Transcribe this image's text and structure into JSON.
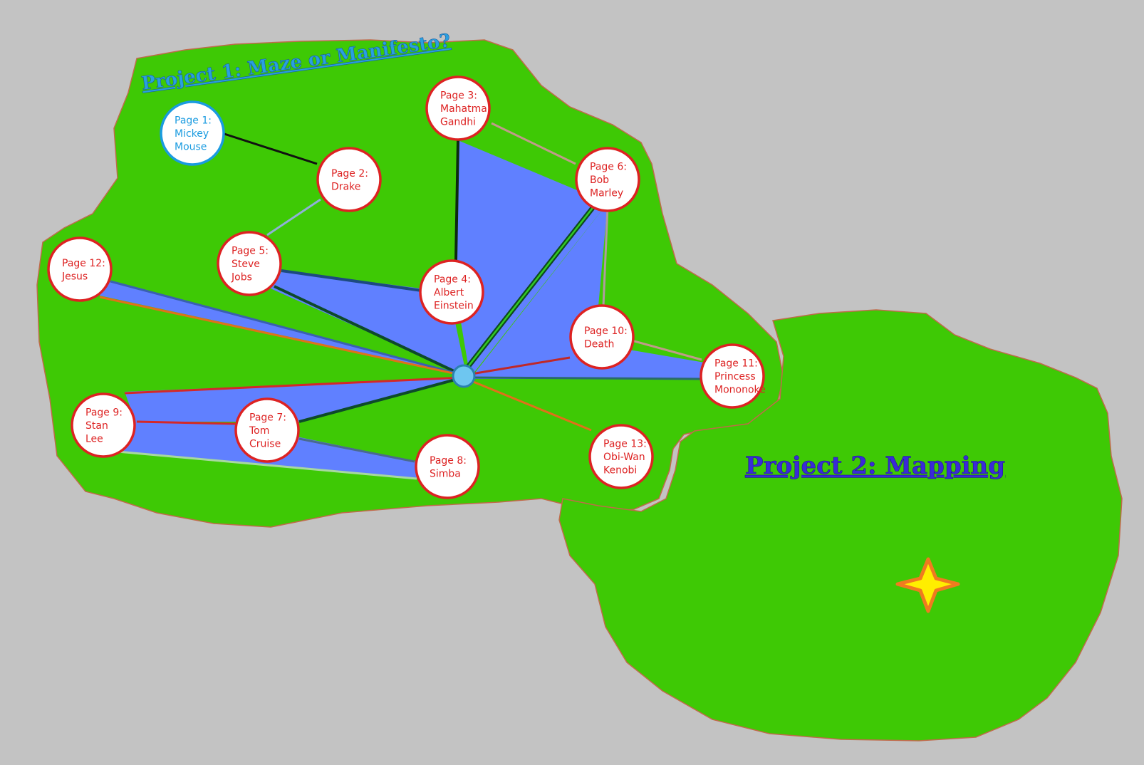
{
  "project1": {
    "title": "Project 1: Maze or Manifesto?"
  },
  "project2": {
    "title": "Project 2: Mapping"
  },
  "colors": {
    "background": "#c3c3c3",
    "land": "#3ec905",
    "land_edge": "#c06a4a",
    "region": "#6080ff",
    "node_border": "#dd2222",
    "node_text": "#dd2222",
    "start_border": "#1a9be0",
    "start_text": "#1a9be0",
    "hub": "#6ec6f0",
    "star_fill": "#ffee00",
    "star_border": "#f07a20"
  },
  "nodes": [
    {
      "id": "p1",
      "lines": [
        "Page 1:",
        "Mickey",
        "Mouse"
      ],
      "start": true
    },
    {
      "id": "p2",
      "lines": [
        "Page 2:",
        "Drake"
      ]
    },
    {
      "id": "p3",
      "lines": [
        "Page 3:",
        "Mahatma",
        "Gandhi"
      ]
    },
    {
      "id": "p4",
      "lines": [
        "Page 4:",
        "Albert",
        "Einstein"
      ]
    },
    {
      "id": "p5",
      "lines": [
        "Page 5:",
        "Steve",
        "Jobs"
      ]
    },
    {
      "id": "p6",
      "lines": [
        "Page 6:",
        "Bob",
        "Marley"
      ]
    },
    {
      "id": "p7",
      "lines": [
        "Page 7:",
        "Tom",
        "Cruise"
      ]
    },
    {
      "id": "p8",
      "lines": [
        "Page 8:",
        "Simba"
      ]
    },
    {
      "id": "p9",
      "lines": [
        "Page 9:",
        "Stan",
        "Lee"
      ]
    },
    {
      "id": "p10",
      "lines": [
        "Page 10:",
        "Death"
      ]
    },
    {
      "id": "p11",
      "lines": [
        "Page 11:",
        "Princess",
        "Mononoke"
      ]
    },
    {
      "id": "p12",
      "lines": [
        "Page 12:",
        "Jesus"
      ]
    },
    {
      "id": "p13",
      "lines": [
        "Page 13:",
        "Obi-Wan",
        "Kenobi"
      ]
    }
  ],
  "star_icon": "four-point-star-icon"
}
